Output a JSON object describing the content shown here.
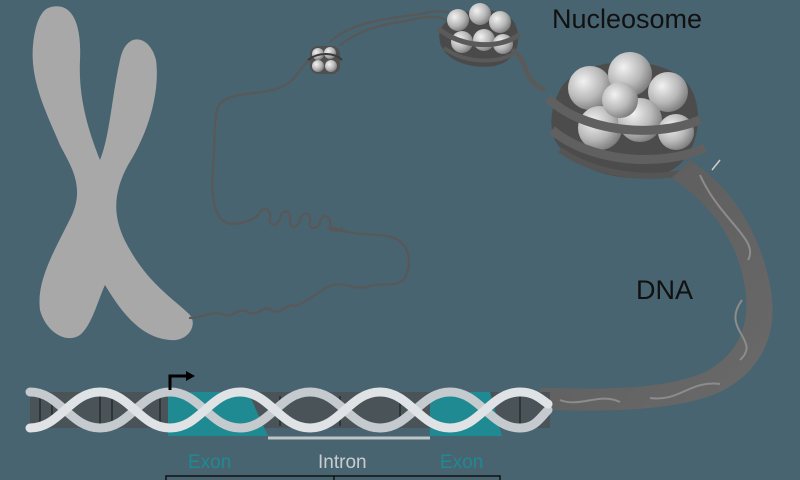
{
  "labels": {
    "nucleosome": "Nucleosome",
    "dna": "DNA",
    "exon_1": "Exon",
    "intron": "Intron",
    "exon_2": "Exon"
  },
  "colors": {
    "background": "#486470",
    "chromosome": "#a7a7a7",
    "strand": "#585858",
    "histone": "#bdbdbd",
    "exon": "#1f8a92",
    "intron": "#c9cdd0",
    "helix_light": "#c4cacd",
    "helix_dark": "#5a5f62"
  },
  "icons": [
    "chromosome",
    "nucleosome",
    "dna-helix",
    "transcription-start-arrow"
  ]
}
